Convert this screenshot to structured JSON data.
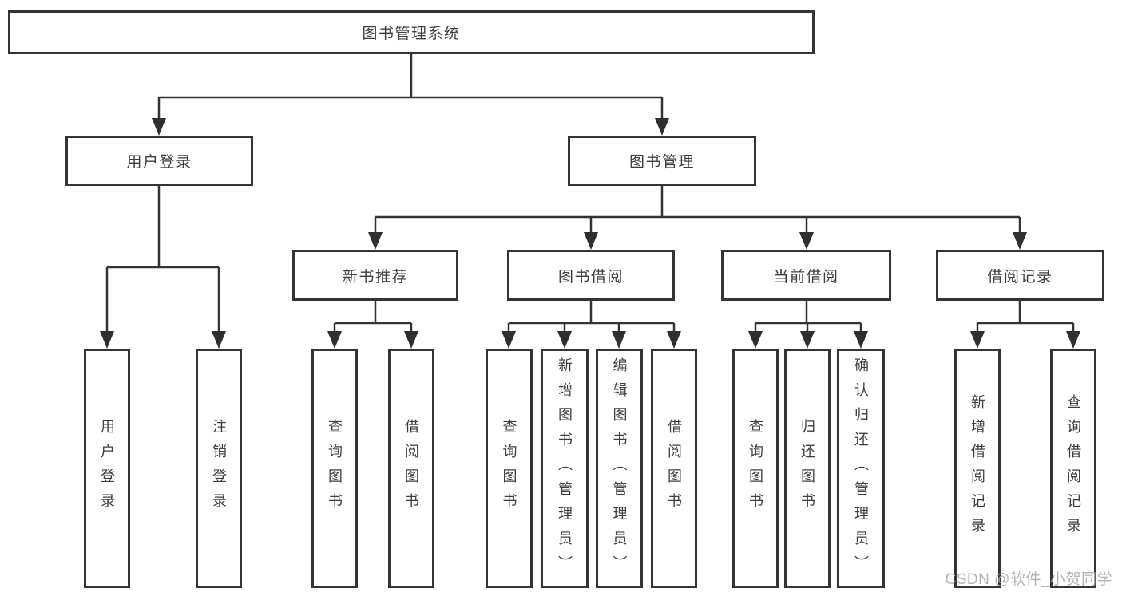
{
  "tree": {
    "root": {
      "label": "图书管理系统",
      "children": [
        {
          "label": "用户登录",
          "children": [
            {
              "label": "用户登录"
            },
            {
              "label": "注销登录"
            }
          ]
        },
        {
          "label": "图书管理",
          "children": [
            {
              "label": "新书推荐",
              "children": [
                {
                  "label": "查询图书"
                },
                {
                  "label": "借阅图书"
                }
              ]
            },
            {
              "label": "图书借阅",
              "children": [
                {
                  "label": "查询图书"
                },
                {
                  "label": "新增图书（管理员）"
                },
                {
                  "label": "编辑图书（管理员）"
                },
                {
                  "label": "借阅图书"
                }
              ]
            },
            {
              "label": "当前借阅",
              "children": [
                {
                  "label": "查询图书"
                },
                {
                  "label": "归还图书"
                },
                {
                  "label": "确认归还（管理员）"
                }
              ]
            },
            {
              "label": "借阅记录",
              "children": [
                {
                  "label": "新增借阅记录"
                },
                {
                  "label": "查询借阅记录"
                }
              ]
            }
          ]
        }
      ]
    }
  },
  "watermark": {
    "text": "CSDN @软件_小贺同学"
  },
  "colors": {
    "line": "#343434",
    "box_border": "#343434",
    "text": "#3e3e3e",
    "background": "#ffffff",
    "watermark": "#ababab"
  }
}
